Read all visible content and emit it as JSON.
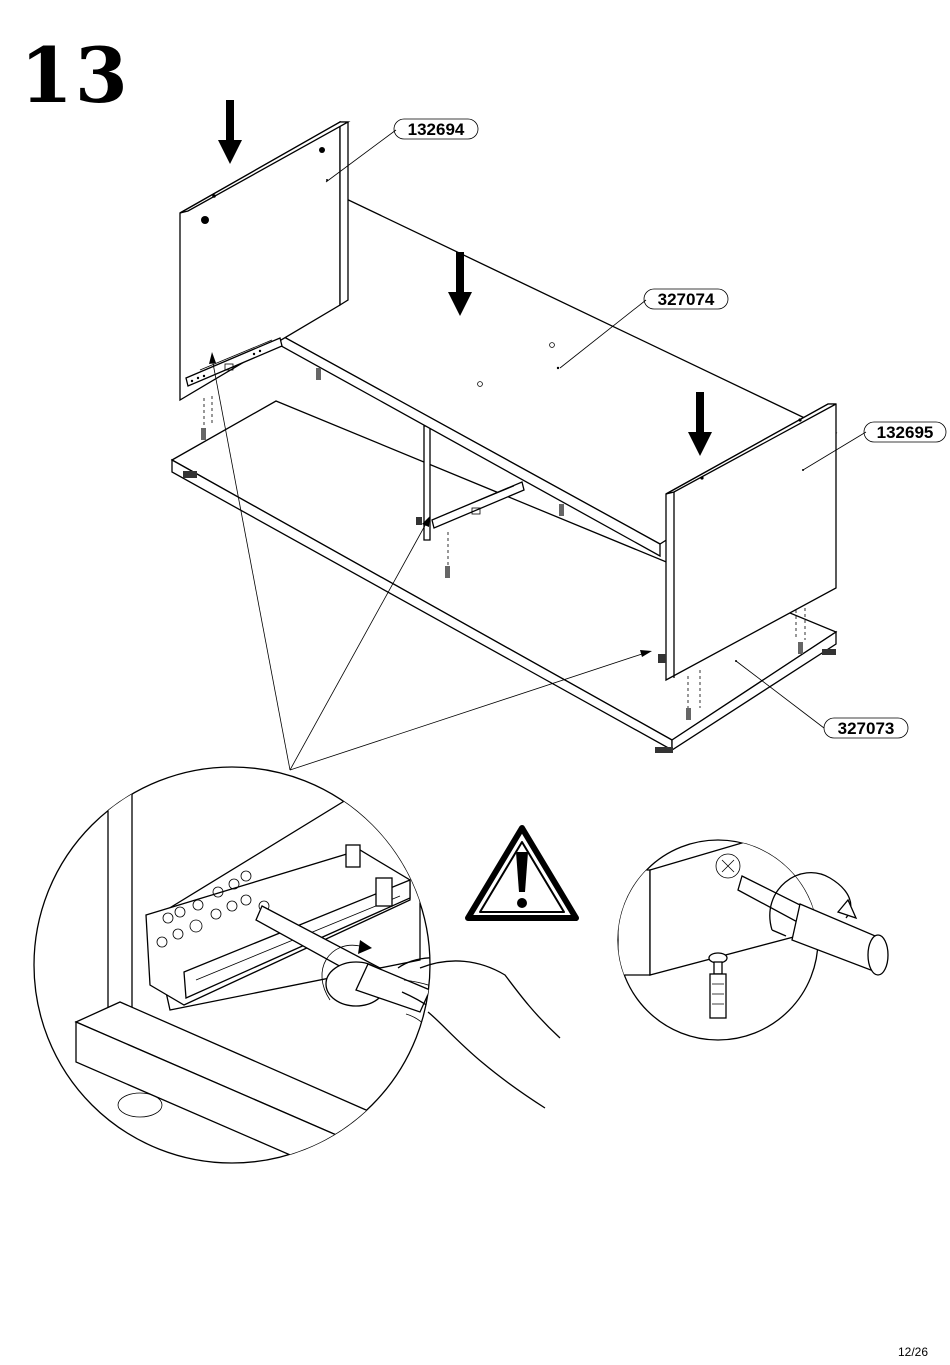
{
  "step": {
    "number": "13"
  },
  "parts": {
    "side_left": "132694",
    "top_panel": "327074",
    "side_right": "132695",
    "bottom_panel": "327073"
  },
  "footer": {
    "page": "12/26"
  },
  "icons": [
    "arrow-down-icon",
    "warning-triangle-icon",
    "screwdriver-icon",
    "rotation-arrow-icon",
    "hand-icon",
    "screw-icon"
  ]
}
